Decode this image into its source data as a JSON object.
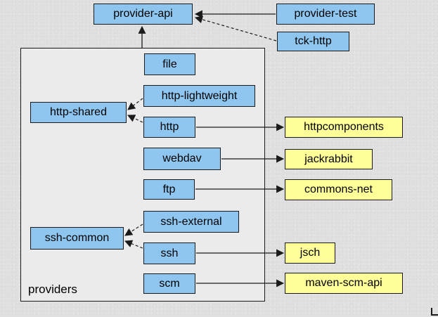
{
  "diagram": {
    "group_label": "providers",
    "nodes": {
      "provider_api": "provider-api",
      "provider_test": "provider-test",
      "tck_http": "tck-http",
      "file": "file",
      "http_lightweight": "http-lightweight",
      "http_shared": "http-shared",
      "http": "http",
      "webdav": "webdav",
      "ftp": "ftp",
      "ssh_external": "ssh-external",
      "ssh_common": "ssh-common",
      "ssh": "ssh",
      "scm": "scm",
      "httpcomponents": "httpcomponents",
      "jackrabbit": "jackrabbit",
      "commons_net": "commons-net",
      "jsch": "jsch",
      "maven_scm_api": "maven-scm-api"
    },
    "edges": [
      {
        "from": "provider-test",
        "to": "provider-api",
        "style": "solid"
      },
      {
        "from": "tck-http",
        "to": "provider-api",
        "style": "dashed"
      },
      {
        "from": "providers",
        "to": "provider-api",
        "style": "solid"
      },
      {
        "from": "http-lightweight",
        "to": "http-shared",
        "style": "dashed"
      },
      {
        "from": "http",
        "to": "http-shared",
        "style": "dashed"
      },
      {
        "from": "http",
        "to": "httpcomponents",
        "style": "solid"
      },
      {
        "from": "webdav",
        "to": "jackrabbit",
        "style": "solid"
      },
      {
        "from": "ftp",
        "to": "commons-net",
        "style": "solid"
      },
      {
        "from": "ssh-external",
        "to": "ssh-common",
        "style": "dashed"
      },
      {
        "from": "ssh",
        "to": "ssh-common",
        "style": "dashed"
      },
      {
        "from": "ssh",
        "to": "jsch",
        "style": "solid"
      },
      {
        "from": "scm",
        "to": "maven-scm-api",
        "style": "solid"
      }
    ],
    "colors": {
      "module_fill": "#8ec6f0",
      "external_fill": "#ffff99",
      "box_border": "#1a1a1a",
      "container_fill": "#ebebeb",
      "background": "#e0e0e0",
      "text": "#000000"
    }
  }
}
